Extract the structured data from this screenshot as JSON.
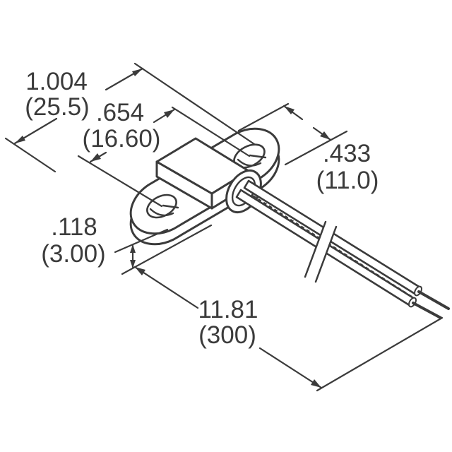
{
  "colors": {
    "ink": "#3b3b3b",
    "paper": "#ffffff"
  },
  "drawing": {
    "dimensions": {
      "flange_length": {
        "inch": "1.004",
        "mm": "(25.5)"
      },
      "hole_spacing": {
        "inch": ".654",
        "mm": "(16.60)"
      },
      "flange_width": {
        "inch": ".433",
        "mm": "(11.0)"
      },
      "flange_thickness": {
        "inch": ".118",
        "mm": "(3.00)"
      },
      "lead_length": {
        "inch": "11.81",
        "mm": "(300)"
      }
    }
  }
}
